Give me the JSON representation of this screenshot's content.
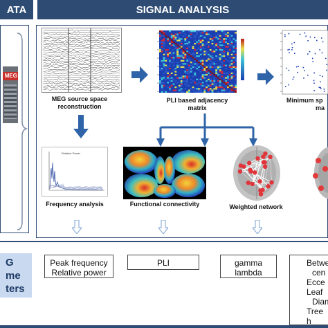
{
  "headers": {
    "left": "ATA",
    "right": "SIGNAL ANALYSIS"
  },
  "captions": {
    "meg_source": [
      "MEG source space",
      "reconstruction"
    ],
    "pli_matrix": [
      "PLI based adjacency",
      "matrix"
    ],
    "min_span": [
      "Minimum sp",
      "ma"
    ],
    "frequency": "Frequency analysis",
    "functional": "Functional connectivity",
    "weighted": "Weighted network"
  },
  "meg_label": "MEG",
  "spectrum_title": "Relative Power",
  "outputs": {
    "freq": [
      "Peak frequency",
      "Relative power"
    ],
    "pli": [
      "PLI"
    ],
    "weighted": [
      "gamma",
      "lambda"
    ],
    "mst": [
      "Betwe",
      "cen",
      "Ecce",
      "Leaf",
      "Diam",
      "Tree h"
    ]
  },
  "left_box": [
    "G",
    "me",
    "ters"
  ],
  "colors": {
    "header": "#2d4b73",
    "arrow": "#2f64a8",
    "light_arrow": "#8fb0d8",
    "box_fill": "#c9d9ef"
  }
}
